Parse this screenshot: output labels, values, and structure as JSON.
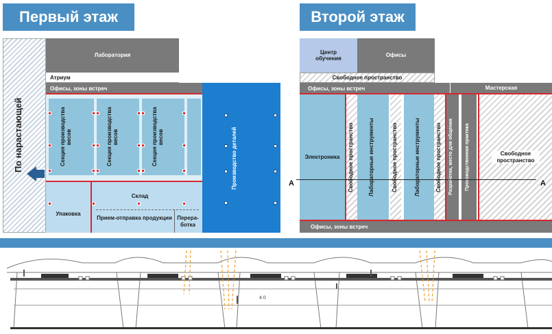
{
  "floor1": {
    "title": "Первый этаж",
    "vertical_label": "По нарастающей",
    "laboratory": "Лаборатория",
    "atrium": "Атриум",
    "offices_bar": "Офисы, зоны встреч",
    "sections": [
      "Секция производства весов",
      "Секция производства весов",
      "Секция производства весов"
    ],
    "parts_production": "Производство деталей",
    "warehouse": "Склад",
    "packing": "Упаковка",
    "receiving_shipping": "Прием-отправка продукции",
    "processing_line1": "Перера-",
    "processing_line2": "ботка"
  },
  "floor2": {
    "title": "Второй этаж",
    "training_center": "Центр обучения",
    "offices": "Офисы",
    "free_space_top": "Свободное пространство",
    "offices_bar": "Офисы, зоны встреч",
    "workshop": "Мастерская",
    "electronics": "Электроника",
    "free_space_1": "Свободное пространство",
    "lab_tools_1": "Лабораторные инструменты",
    "free_space_2": "Свободное пространство",
    "lab_tools_2": "Лабораторные инструменты",
    "free_space_3": "Свободное пространство",
    "meeting_area": "Разработка, место для общения",
    "production_practice": "Производственная практика",
    "free_space_right": "Свободное пространство",
    "offices_bottom": "Офисы, зоны встреч",
    "marker_left": "A",
    "marker_right": "A"
  },
  "section_drawing": {
    "dimension_label": "4.0"
  },
  "colors": {
    "header_blue": "#4a8fc4",
    "gray": "#7a7a7a",
    "light_blue": "#8fc4dc",
    "pale_blue": "#bddcf0",
    "dark_blue": "#1d7ed0",
    "red": "#d8262e"
  }
}
